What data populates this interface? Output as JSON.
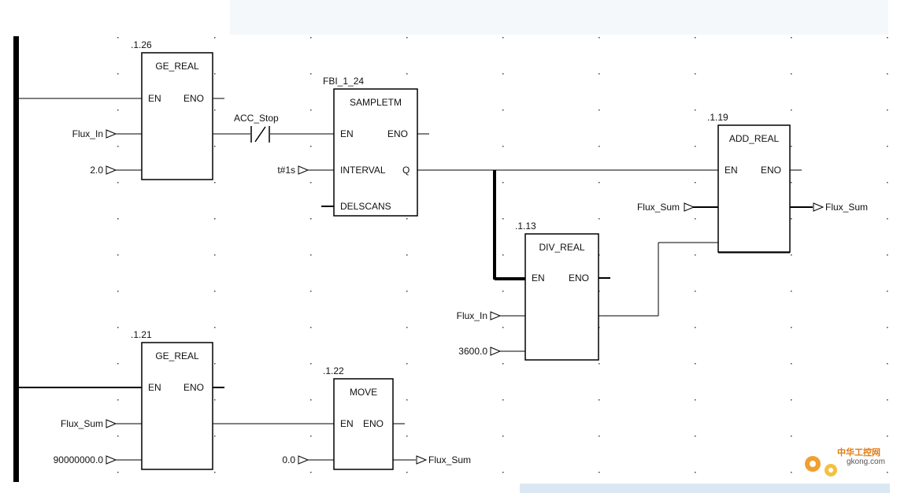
{
  "blocks": {
    "ge1": {
      "ref": ".1.26",
      "title": "GE_REAL",
      "en": "EN",
      "eno": "ENO"
    },
    "sampletm": {
      "ref": "FBI_1_24",
      "title": "SAMPLETM",
      "en": "EN",
      "eno": "ENO",
      "interval": "INTERVAL",
      "q": "Q",
      "delscans": "DELSCANS"
    },
    "add": {
      "ref": ".1.19",
      "title": "ADD_REAL",
      "en": "EN",
      "eno": "ENO"
    },
    "div": {
      "ref": ".1.13",
      "title": "DIV_REAL",
      "en": "EN",
      "eno": "ENO"
    },
    "ge2": {
      "ref": ".1.21",
      "title": "GE_REAL",
      "en": "EN",
      "eno": "ENO"
    },
    "move": {
      "ref": ".1.22",
      "title": "MOVE",
      "en": "EN",
      "eno": "ENO"
    }
  },
  "contact": {
    "name": "ACC_Stop"
  },
  "inputs": {
    "ge1_in1": "Flux_In",
    "ge1_in2": "2.0",
    "interval": "t#1s",
    "add_in2": "Flux_Sum",
    "div_in1": "Flux_In",
    "div_in2": "3600.0",
    "ge2_in1": "Flux_Sum",
    "ge2_in2": "90000000.0",
    "move_in": "0.0"
  },
  "outputs": {
    "add_out": "Flux_Sum",
    "move_out": "Flux_Sum"
  },
  "watermark": {
    "brand": "中华工控网",
    "site": "gkong.com"
  }
}
